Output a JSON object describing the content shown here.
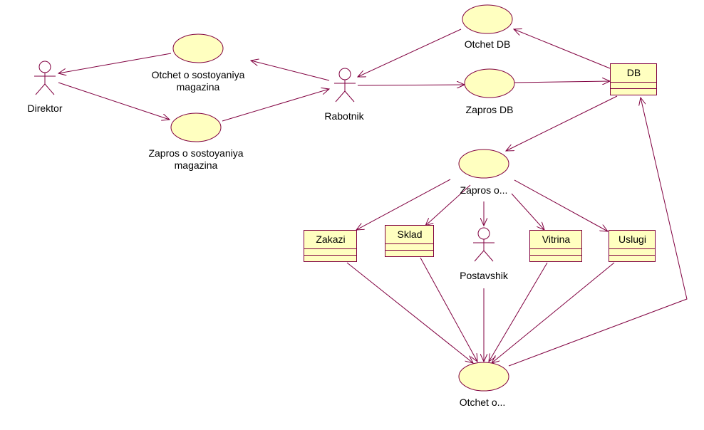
{
  "colors": {
    "line": "#800040",
    "fill": "#ffffc0",
    "stroke": "#800040",
    "text": "#000000"
  },
  "actors": {
    "direktor": "Direktor",
    "rabotnik": "Rabotnik",
    "postavshik": "Postavshik"
  },
  "usecases": {
    "otchet_sost_1": "Otchet  o sostoyaniya",
    "otchet_sost_2": "magazina",
    "zapros_sost_1": "Zapros o sostoyaniya",
    "zapros_sost_2": "magazina",
    "otchet_db": "Otchet DB",
    "zapros_db": "Zapros DB",
    "zapros_o": "Zapros o...",
    "otchet_o": "Otchet o..."
  },
  "classes": {
    "db": "DB",
    "zakazi": "Zakazi",
    "sklad": "Sklad",
    "vitrina": "Vitrina",
    "uslugi": "Uslugi"
  }
}
